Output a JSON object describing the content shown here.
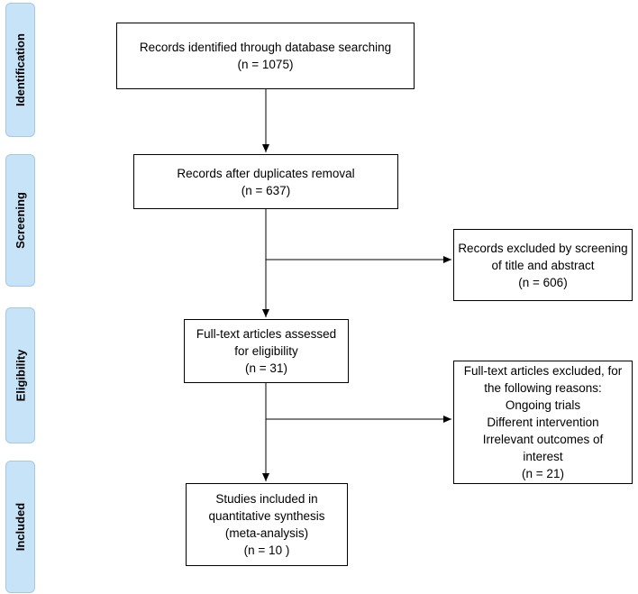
{
  "phases": {
    "identification": "Identification",
    "screening": "Screening",
    "eligibility": "Eligibility",
    "included": "Included"
  },
  "boxes": {
    "identified": [
      "Records identified through database searching",
      "(n =  1075)"
    ],
    "after_duplicates": [
      "Records after duplicates removal",
      "(n = 637)"
    ],
    "excluded_screening": [
      "Records excluded by screening",
      "of title and abstract",
      "(n =  606)"
    ],
    "full_text_assessed": [
      "Full-text articles assessed",
      "for eligibility",
      "(n = 31)"
    ],
    "full_text_excluded": [
      "Full-text articles excluded, for",
      "the following reasons:",
      "Ongoing trials",
      "Different intervention",
      "Irrelevant outcomes of",
      "interest",
      "(n = 21)"
    ],
    "included_studies": [
      "Studies included in",
      "quantitative synthesis",
      "(meta-analysis)",
      "(n = 10 )"
    ]
  },
  "colors": {
    "phase_fill": "#c6e3f7",
    "phase_border": "#a9c8de",
    "line": "#000000"
  }
}
